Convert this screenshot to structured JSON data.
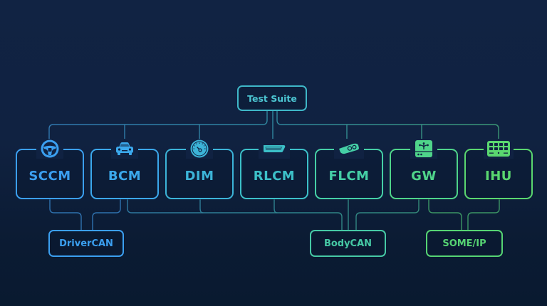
{
  "root": {
    "label": "Test Suite",
    "color": "#3fb8c8"
  },
  "ecus": [
    {
      "id": "SCCM",
      "label": "SCCM",
      "icon": "steering-wheel-icon",
      "color": "#3b9ff0"
    },
    {
      "id": "BCM",
      "label": "BCM",
      "icon": "car-front-icon",
      "color": "#3ba8ec"
    },
    {
      "id": "DIM",
      "label": "DIM",
      "icon": "speedometer-icon",
      "color": "#3cb4d8"
    },
    {
      "id": "RLCM",
      "label": "RLCM",
      "icon": "rear-light-icon",
      "color": "#3cc0c8"
    },
    {
      "id": "FLCM",
      "label": "FLCM",
      "icon": "headlight-icon",
      "color": "#45cfa6"
    },
    {
      "id": "GW",
      "label": "GW",
      "icon": "gateway-router-icon",
      "color": "#4fd48a"
    },
    {
      "id": "IHU",
      "label": "IHU",
      "icon": "infotainment-grid-icon",
      "color": "#5ad76f"
    }
  ],
  "buses": [
    {
      "id": "DriverCAN",
      "label": "DriverCAN",
      "color": "#3b9ff0",
      "members": [
        "SCCM",
        "BCM"
      ]
    },
    {
      "id": "BodyCAN",
      "label": "BodyCAN",
      "color": "#46c9a5",
      "members": [
        "BCM",
        "DIM",
        "RLCM",
        "FLCM",
        "GW"
      ]
    },
    {
      "id": "SOMEIP",
      "label": "SOME/IP",
      "color": "#56d473",
      "members": [
        "GW",
        "IHU"
      ]
    }
  ]
}
